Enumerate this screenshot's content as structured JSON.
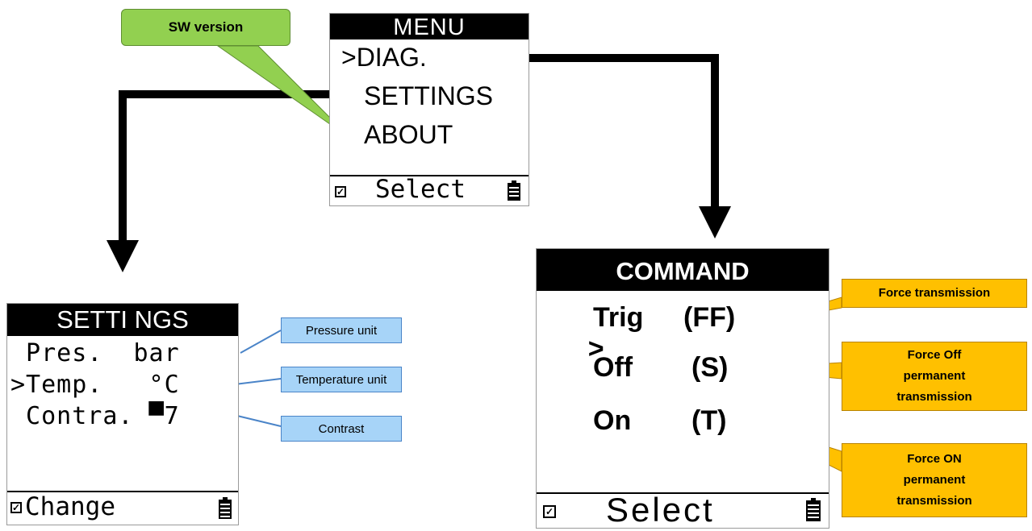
{
  "menu_screen": {
    "title": "MENU",
    "items": [
      ">DIAG.",
      "SETTINGS",
      "ABOUT"
    ],
    "footer_label": "Select"
  },
  "settings_screen": {
    "title": "SETTI NGS",
    "rows": [
      " Pres.  bar",
      ">Temp.   °C",
      " Contra. ▀7"
    ],
    "footer_label": "Change"
  },
  "command_screen": {
    "title": "COMMAND",
    "rows": [
      {
        "cursor": ">",
        "name": "Trig",
        "code": "(FF)"
      },
      {
        "cursor": "",
        "name": "Off",
        "code": "(S)"
      },
      {
        "cursor": "",
        "name": "On",
        "code": "(T)"
      }
    ],
    "footer_label": "Select"
  },
  "callouts": {
    "sw_version": "SW version",
    "pressure_unit": "Pressure unit",
    "temperature_unit": "Temperature unit",
    "contrast": "Contrast",
    "force_transmission": "Force transmission",
    "force_off": [
      "Force Off",
      "permanent",
      "transmission"
    ],
    "force_on": [
      "Force ON",
      "permanent",
      "transmission"
    ]
  },
  "colors": {
    "callout_blue": "#a7d4f8",
    "callout_orange": "#ffc000",
    "callout_green": "#92d050"
  },
  "icons": [
    "checkbox-icon",
    "battery-icon",
    "arrow-down-icon"
  ]
}
